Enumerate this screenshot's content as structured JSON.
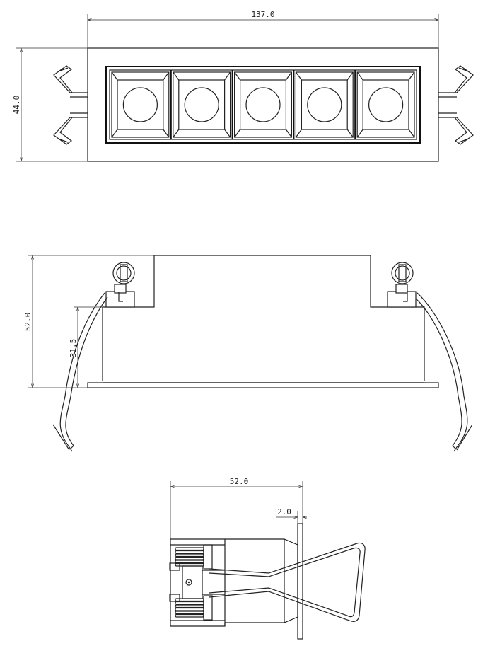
{
  "drawing": {
    "top_view": {
      "width_dim": "137.0",
      "height_dim": "44.0",
      "lens_count": 5
    },
    "side_view": {
      "height_dim": "52.0",
      "body_dim": "31.5"
    },
    "end_view": {
      "depth_dim": "52.0",
      "flange_dim": "2.0"
    },
    "line_color": "#222222",
    "background": "#ffffff"
  }
}
